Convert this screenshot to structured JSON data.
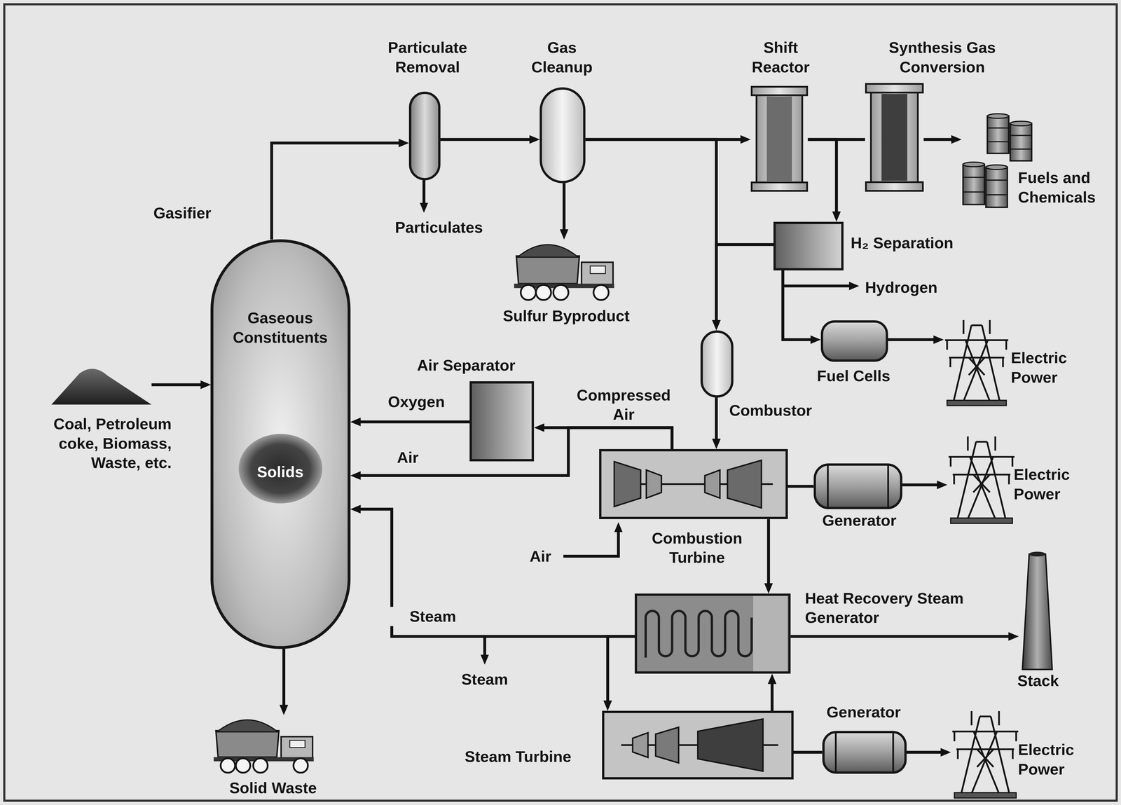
{
  "diagram": {
    "nodes": [
      {
        "text": [
          "Gasifier",
          "Gaseous Constituents",
          "Solids"
        ]
      },
      {
        "text": [
          "Particulate Removal"
        ]
      },
      {
        "text": [
          "Gas Cleanup"
        ]
      },
      {
        "text": [
          "Shift Reactor"
        ]
      },
      {
        "text": [
          "Synthesis Gas Conversion"
        ]
      },
      {
        "text": [
          "H₂ Separation"
        ]
      },
      {
        "text": [
          "Fuel Cells"
        ]
      },
      {
        "text": [
          "Combustor"
        ]
      },
      {
        "text": [
          "Air Separator"
        ]
      },
      {
        "text": [
          "Combustion Turbine"
        ]
      },
      {
        "text": [
          "Generator"
        ]
      },
      {
        "text": [
          "Heat Recovery Steam Generator"
        ]
      },
      {
        "text": [
          "Steam Turbine"
        ]
      },
      {
        "text": [
          "Generator"
        ]
      },
      {
        "text": [
          "Stack"
        ]
      },
      {
        "text": [
          "Fuels and Chemicals"
        ]
      },
      {
        "text": [
          "Electric Power"
        ]
      },
      {
        "text": [
          "Electric Power"
        ]
      },
      {
        "text": [
          "Electric Power"
        ]
      },
      {
        "text": [
          "Sulfur Byproduct"
        ]
      },
      {
        "text": [
          "Solid Waste"
        ]
      },
      {
        "text": [
          "Coal, Petroleum coke, Biomass, Waste, etc."
        ]
      }
    ],
    "edges": [
      {
        "from": 21,
        "to": 0,
        "arrow": "to"
      },
      {
        "from": 0,
        "to": 1,
        "arrow": "to"
      },
      {
        "from": 1,
        "to": 2,
        "arrow": "to"
      },
      {
        "from": 2,
        "to": 3,
        "arrow": "to"
      },
      {
        "from": 2,
        "to": 7,
        "arrow": "to"
      },
      {
        "from": 3,
        "to": 4,
        "arrow": "none"
      },
      {
        "from": 4,
        "to": 15,
        "arrow": "to"
      },
      {
        "from": 3,
        "to": 5,
        "arrow": "to"
      },
      {
        "from": 5,
        "to": 7,
        "arrow": "to"
      },
      {
        "from": 5,
        "to": 6,
        "arrow": "to"
      },
      {
        "from": 6,
        "to": 16,
        "arrow": "to"
      },
      {
        "from": 7,
        "to": 9,
        "arrow": "to"
      },
      {
        "from": 9,
        "to": 10,
        "arrow": "none"
      },
      {
        "from": 10,
        "to": 17,
        "arrow": "to"
      },
      {
        "from": 9,
        "to": 11,
        "arrow": "to"
      },
      {
        "from": 11,
        "to": 14,
        "arrow": "to"
      },
      {
        "from": 11,
        "to": 12,
        "arrow": "to"
      },
      {
        "from": 12,
        "to": 11,
        "arrow": "to"
      },
      {
        "from": 12,
        "to": 13,
        "arrow": "none"
      },
      {
        "from": 13,
        "to": 18,
        "arrow": "to"
      },
      {
        "from": 11,
        "to": 0,
        "label": "Steam",
        "arrow": "to"
      },
      {
        "from": 9,
        "to": 8,
        "label": "Compressed Air",
        "arrow": "to"
      },
      {
        "from": 9,
        "to": 0,
        "label": "Air",
        "arrow": "to"
      },
      {
        "from": 8,
        "to": 0,
        "label": "Oxygen",
        "arrow": "to"
      },
      {
        "from": 2,
        "to": 19,
        "arrow": "to"
      },
      {
        "from": 0,
        "to": 20,
        "arrow": "to"
      }
    ],
    "labels": [
      "Particulates",
      "Hydrogen",
      "Air",
      "Steam"
    ]
  }
}
